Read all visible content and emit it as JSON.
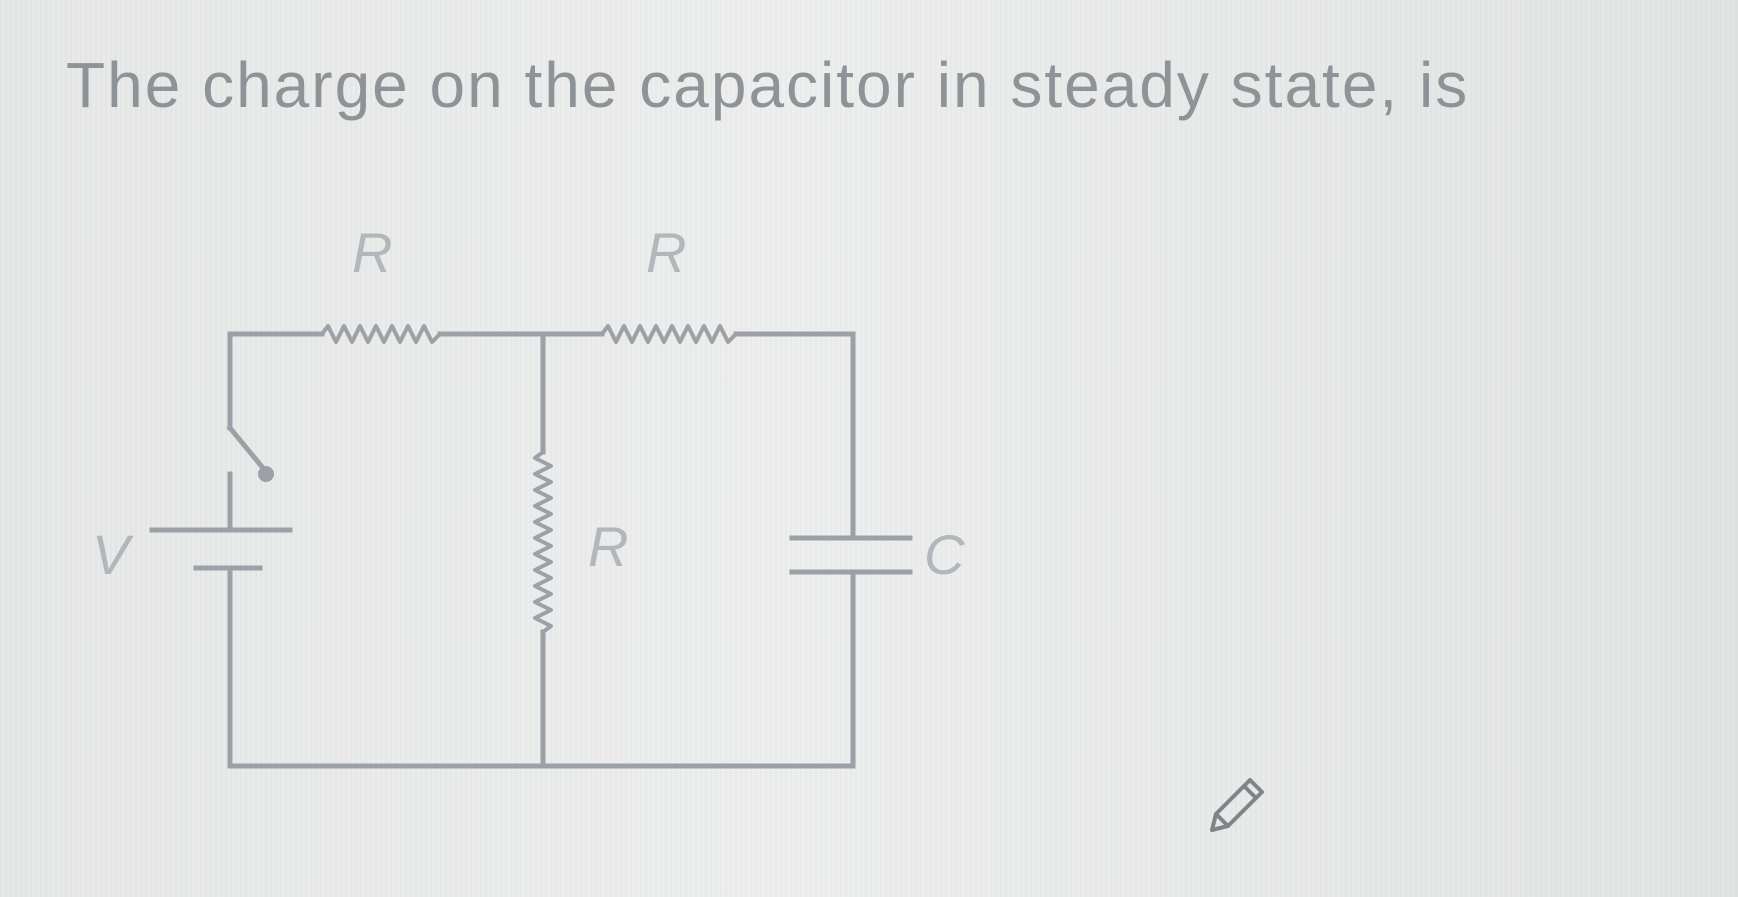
{
  "question": {
    "text": "The charge on the capacitor in steady state, is"
  },
  "circuit": {
    "labels": {
      "resistor_top_left": "R",
      "resistor_top_right": "R",
      "resistor_middle": "R",
      "battery": "V",
      "capacitor": "C"
    }
  },
  "icons": {
    "edit": "pencil-icon"
  },
  "colors": {
    "background": "#e7e8e8",
    "text": "#8e9397",
    "circuit_line": "#9ba1a6"
  }
}
